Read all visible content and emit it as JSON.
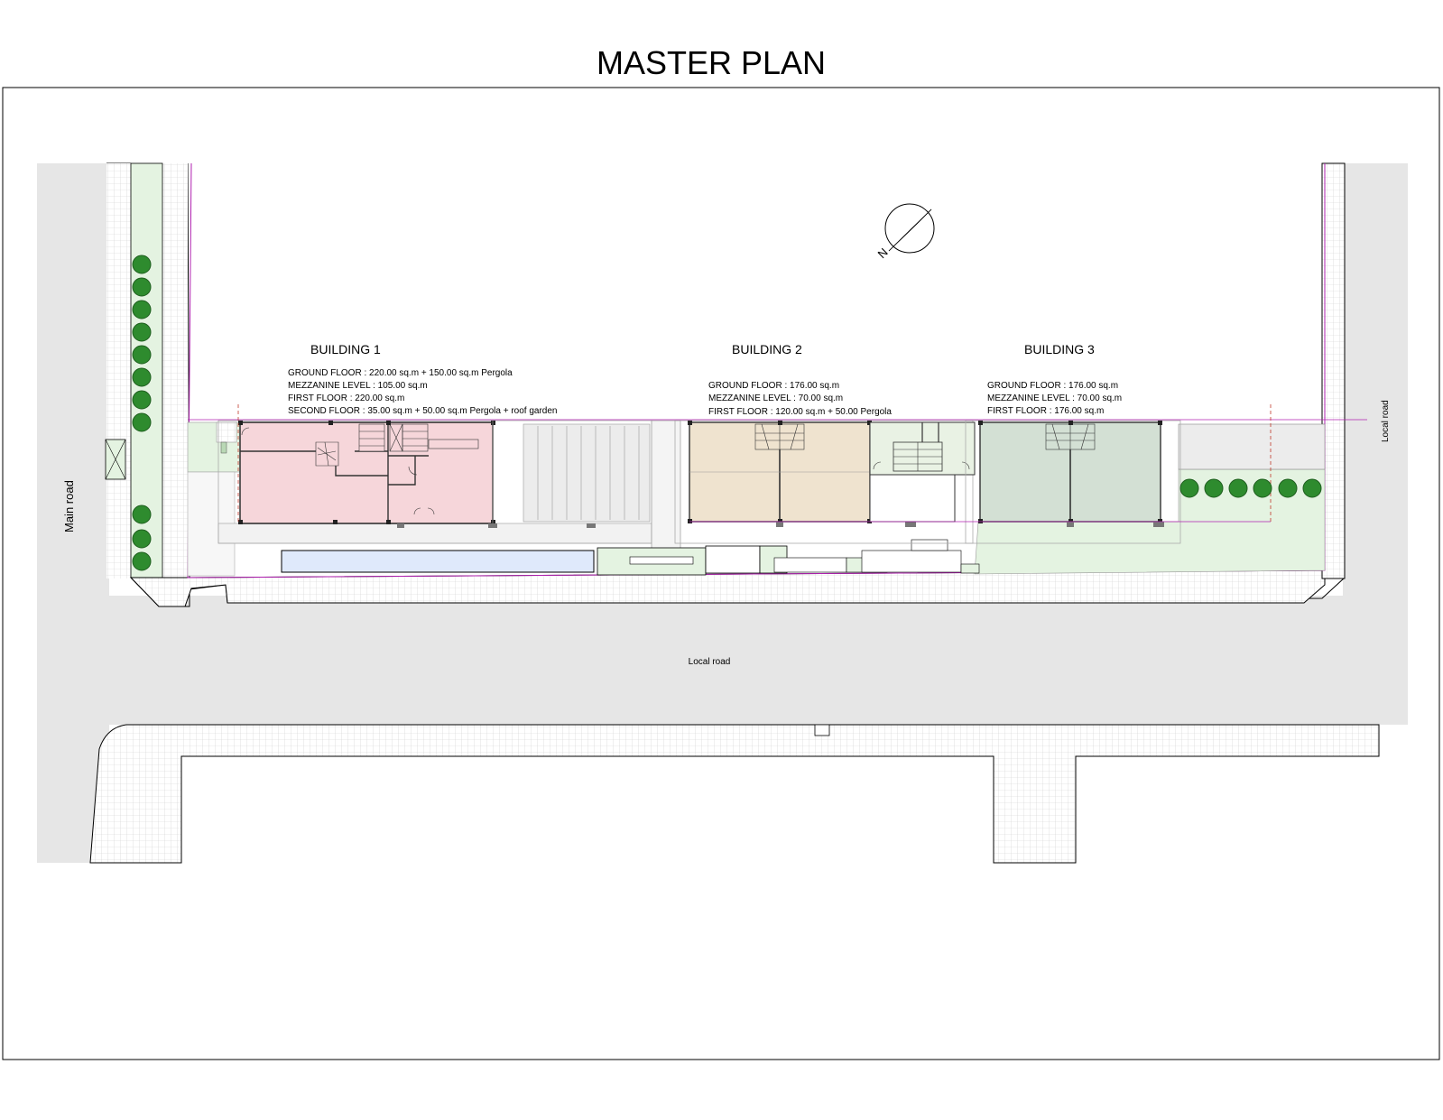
{
  "title": "MASTER PLAN",
  "north_label": "N",
  "roads": {
    "main": "Main road",
    "local_bottom": "Local road",
    "local_right": "Local road"
  },
  "buildings": [
    {
      "name": "BUILDING 1",
      "lines": [
        "GROUND FLOOR : 220.00 sq.m +  150.00 sq.m Pergola",
        "MEZZANINE LEVEL : 105.00 sq.m",
        "FIRST FLOOR : 220.00 sq.m",
        "SECOND FLOOR : 35.00 sq.m + 50.00 sq.m Pergola + roof garden"
      ],
      "fill": "#f6d6da"
    },
    {
      "name": "BUILDING 2",
      "lines": [
        "GROUND FLOOR : 176.00 sq.m",
        "MEZZANINE LEVEL : 70.00 sq.m",
        "FIRST FLOOR : 120.00 sq.m  + 50.00 Pergola"
      ],
      "fill": "#efe3cf"
    },
    {
      "name": "BUILDING 3",
      "lines": [
        "GROUND FLOOR : 176.00 sq.m",
        "MEZZANINE LEVEL : 70.00 sq.m",
        "FIRST FLOOR : 176.00 sq.m"
      ],
      "fill": "#d3e0d4"
    }
  ],
  "colors": {
    "road": "#e6e6e6",
    "sidewalk": "#ffffff",
    "greenery": "#e4f3e1",
    "tree": "#2e8b2e",
    "pool": "#dfe9fb",
    "plot_line": "#b020b0",
    "pergola": "#ececec"
  }
}
